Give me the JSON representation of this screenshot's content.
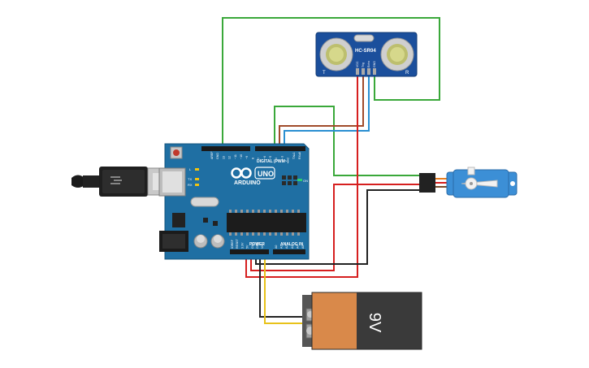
{
  "arduino": {
    "brand": "ARDUINO",
    "model": "UNO",
    "digital_label": "DIGITAL (PWM~)",
    "power_label": "POWER",
    "analog_label": "ANALOG IN",
    "on_label": "ON",
    "led_l": "L",
    "led_tx": "TX",
    "led_rx": "RX",
    "top_pins": [
      "AREF",
      "GND",
      "13",
      "12",
      "~11",
      "~10",
      "~9",
      "8",
      "7",
      "~6",
      "~5",
      "4",
      "~3",
      "2",
      "TX▸1",
      "RX◂0"
    ],
    "power_pins": [
      "IOREF",
      "RESET",
      "3.3V",
      "5V",
      "GND",
      "GND",
      "Vin"
    ],
    "analog_pins": [
      "A0",
      "A1",
      "A2",
      "A3",
      "A4",
      "A5"
    ]
  },
  "sensor": {
    "model": "HC-SR04",
    "t_label": "T",
    "r_label": "R",
    "pins": [
      "VCC",
      "Trig",
      "Echo",
      "GND"
    ]
  },
  "battery": {
    "label": "9V"
  },
  "colors": {
    "board": "#1f6fa3",
    "sensor_board": "#1b4f9c",
    "wire_green": "#3aa83a",
    "wire_red": "#d61f1f",
    "wire_brown": "#a04b2a",
    "wire_blue": "#2a8fd1",
    "wire_black": "#222222",
    "wire_yellow": "#e8c21a",
    "battery_orange": "#d9894a",
    "battery_dark": "#3a3a3a",
    "servo_blue": "#3c8fd6"
  }
}
